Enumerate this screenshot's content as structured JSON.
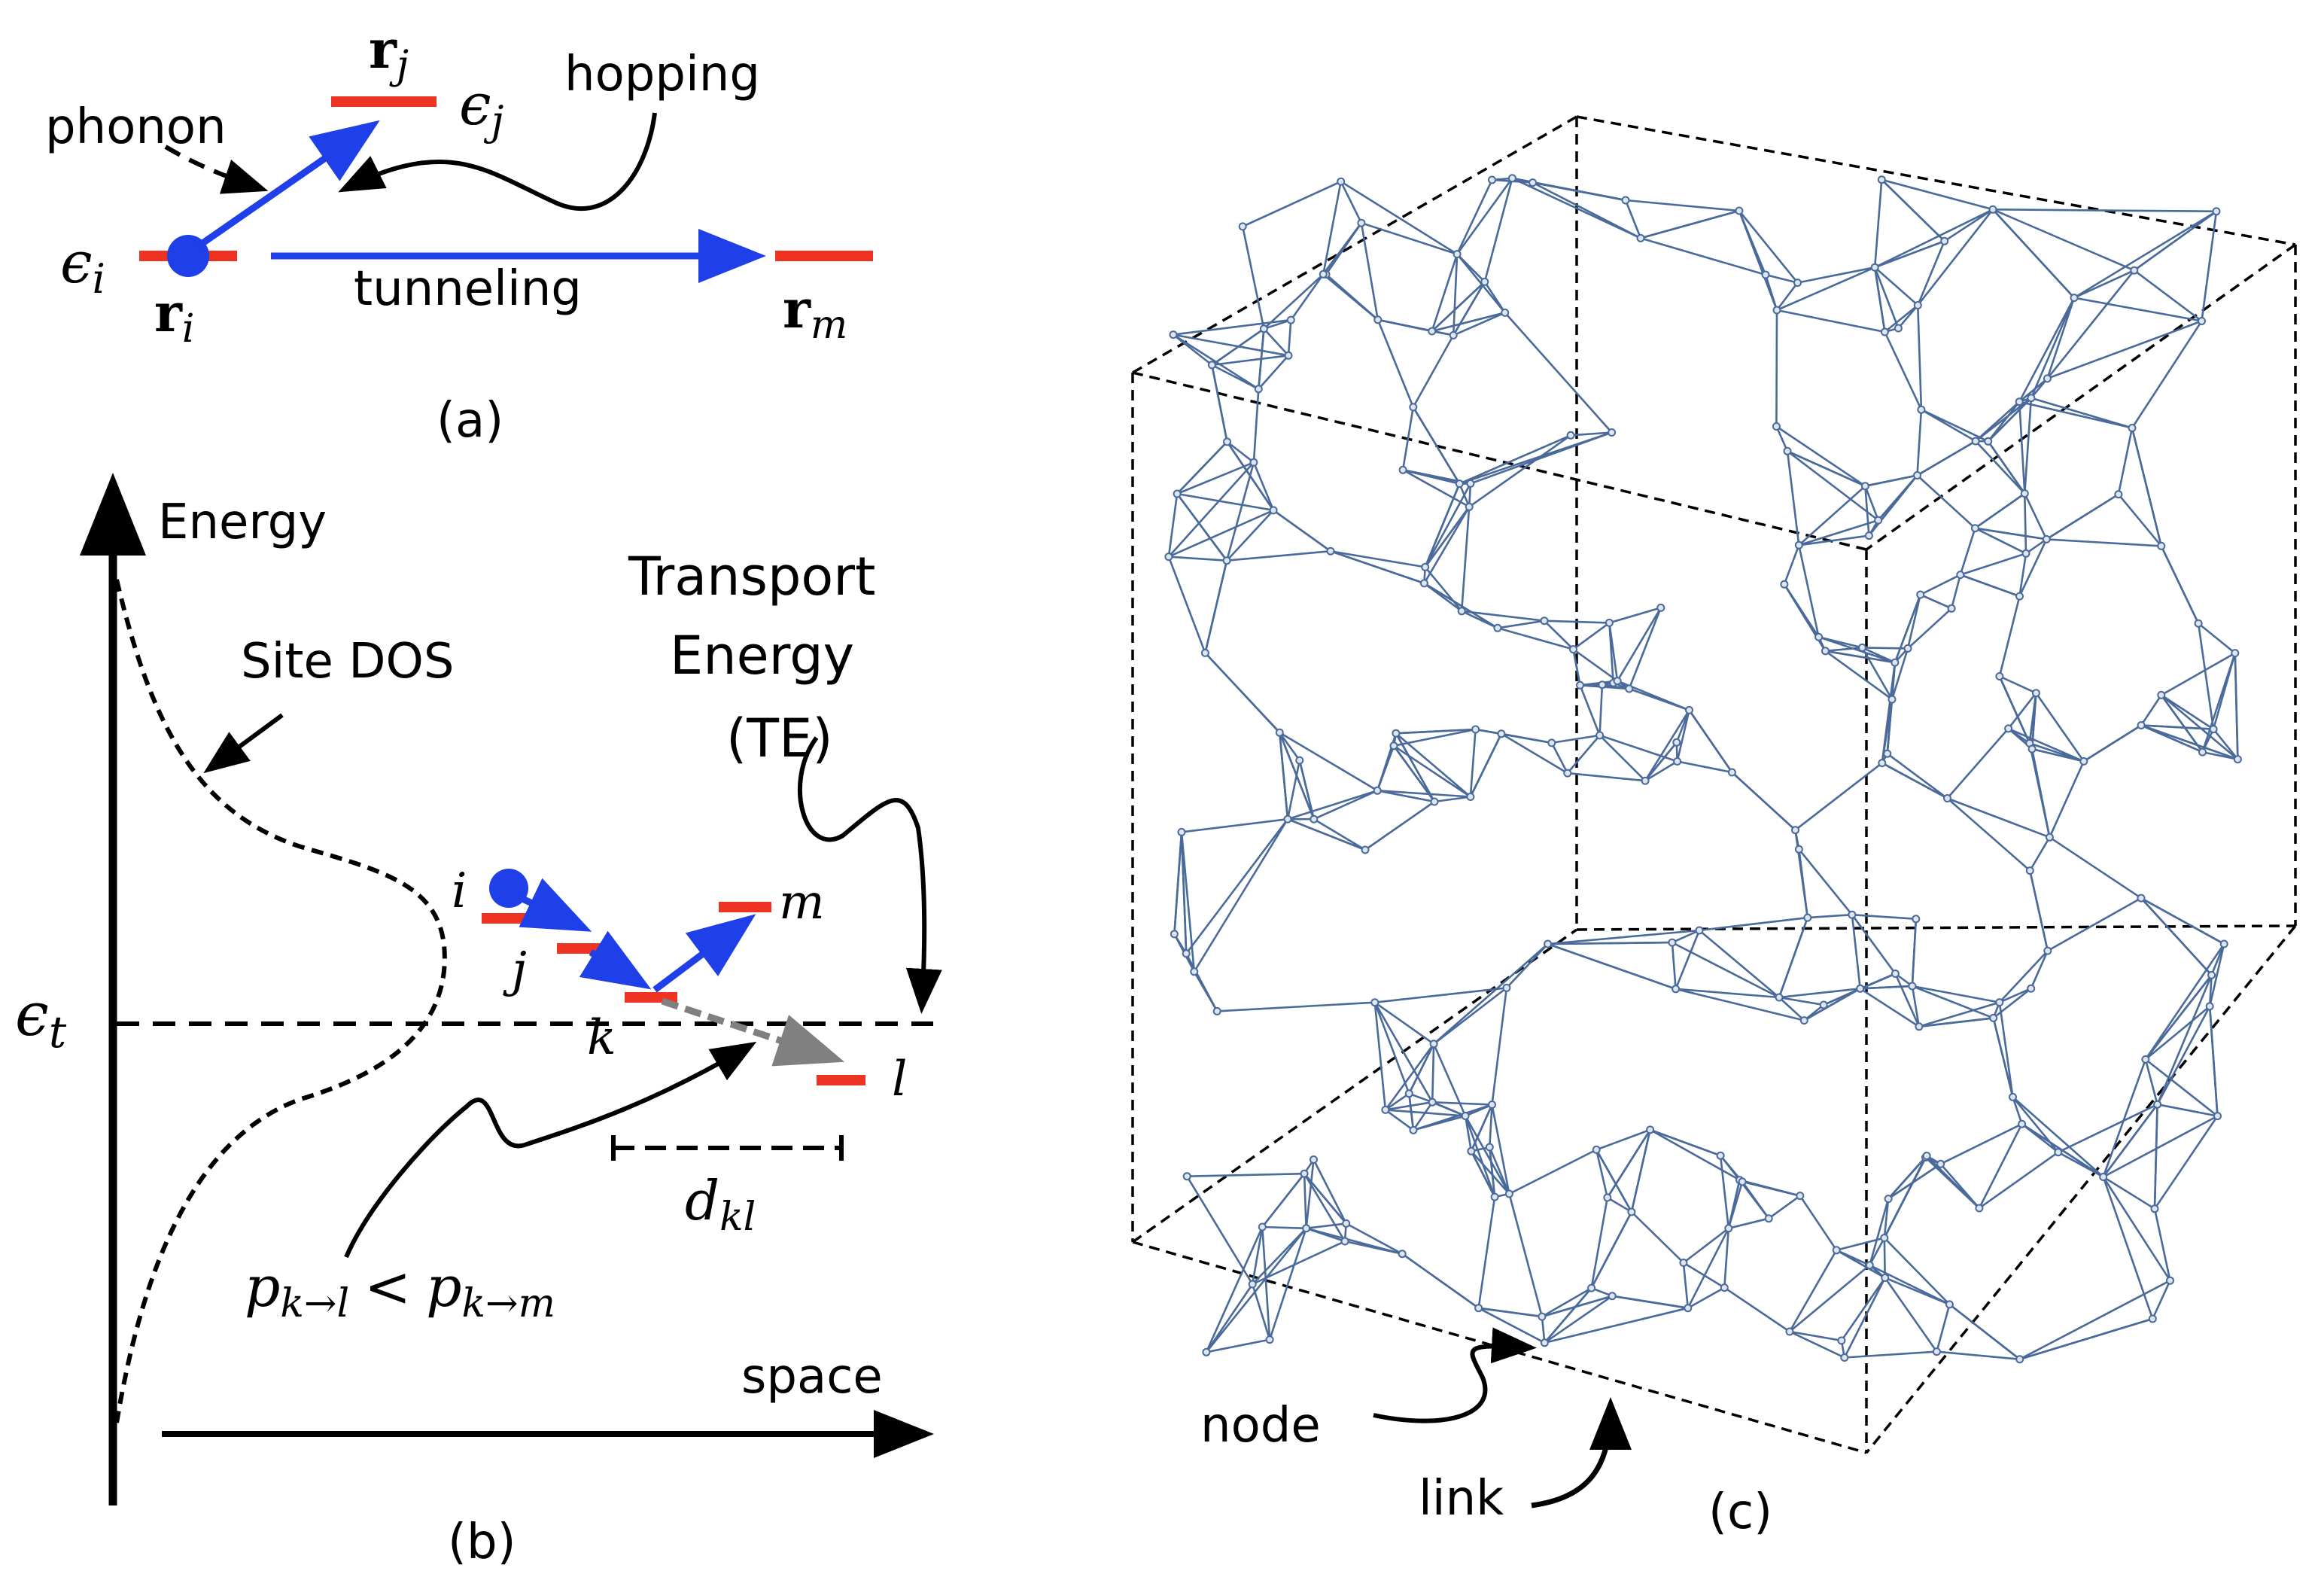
{
  "panel_a": {
    "caption": "(a)",
    "phonon": "phonon",
    "hopping": "hopping",
    "tunneling": "tunneling",
    "eps_i": "ϵ",
    "eps_i_sub": "i",
    "eps_j": "ϵ",
    "eps_j_sub": "j",
    "r_i": "r",
    "r_i_sub": "i",
    "r_j": "r",
    "r_j_sub": "j",
    "r_m": "r",
    "r_m_sub": "m"
  },
  "panel_b": {
    "caption": "(b)",
    "energy": "Energy",
    "site_dos": "Site DOS",
    "transport_line1": "Transport",
    "transport_line2": "Energy",
    "transport_line3": "(TE)",
    "eps_t": "ϵ",
    "eps_t_sub": "t",
    "site_i": "i",
    "site_j": "j",
    "site_k": "k",
    "site_l": "l",
    "site_m": "m",
    "d_kl": "d",
    "d_kl_sub": "kl",
    "p_left": "p",
    "p_left_sub": "k→l",
    "p_lt": "<",
    "p_right": "p",
    "p_right_sub": "k→m",
    "space": "space"
  },
  "panel_c": {
    "caption": "(c)",
    "node": "node",
    "link": "link"
  },
  "colors": {
    "site_bar": "#ee3322",
    "electron": "#1f3fe8",
    "network": "#4a6a9a",
    "ink": "#000000",
    "grey_arrow": "#808080"
  }
}
